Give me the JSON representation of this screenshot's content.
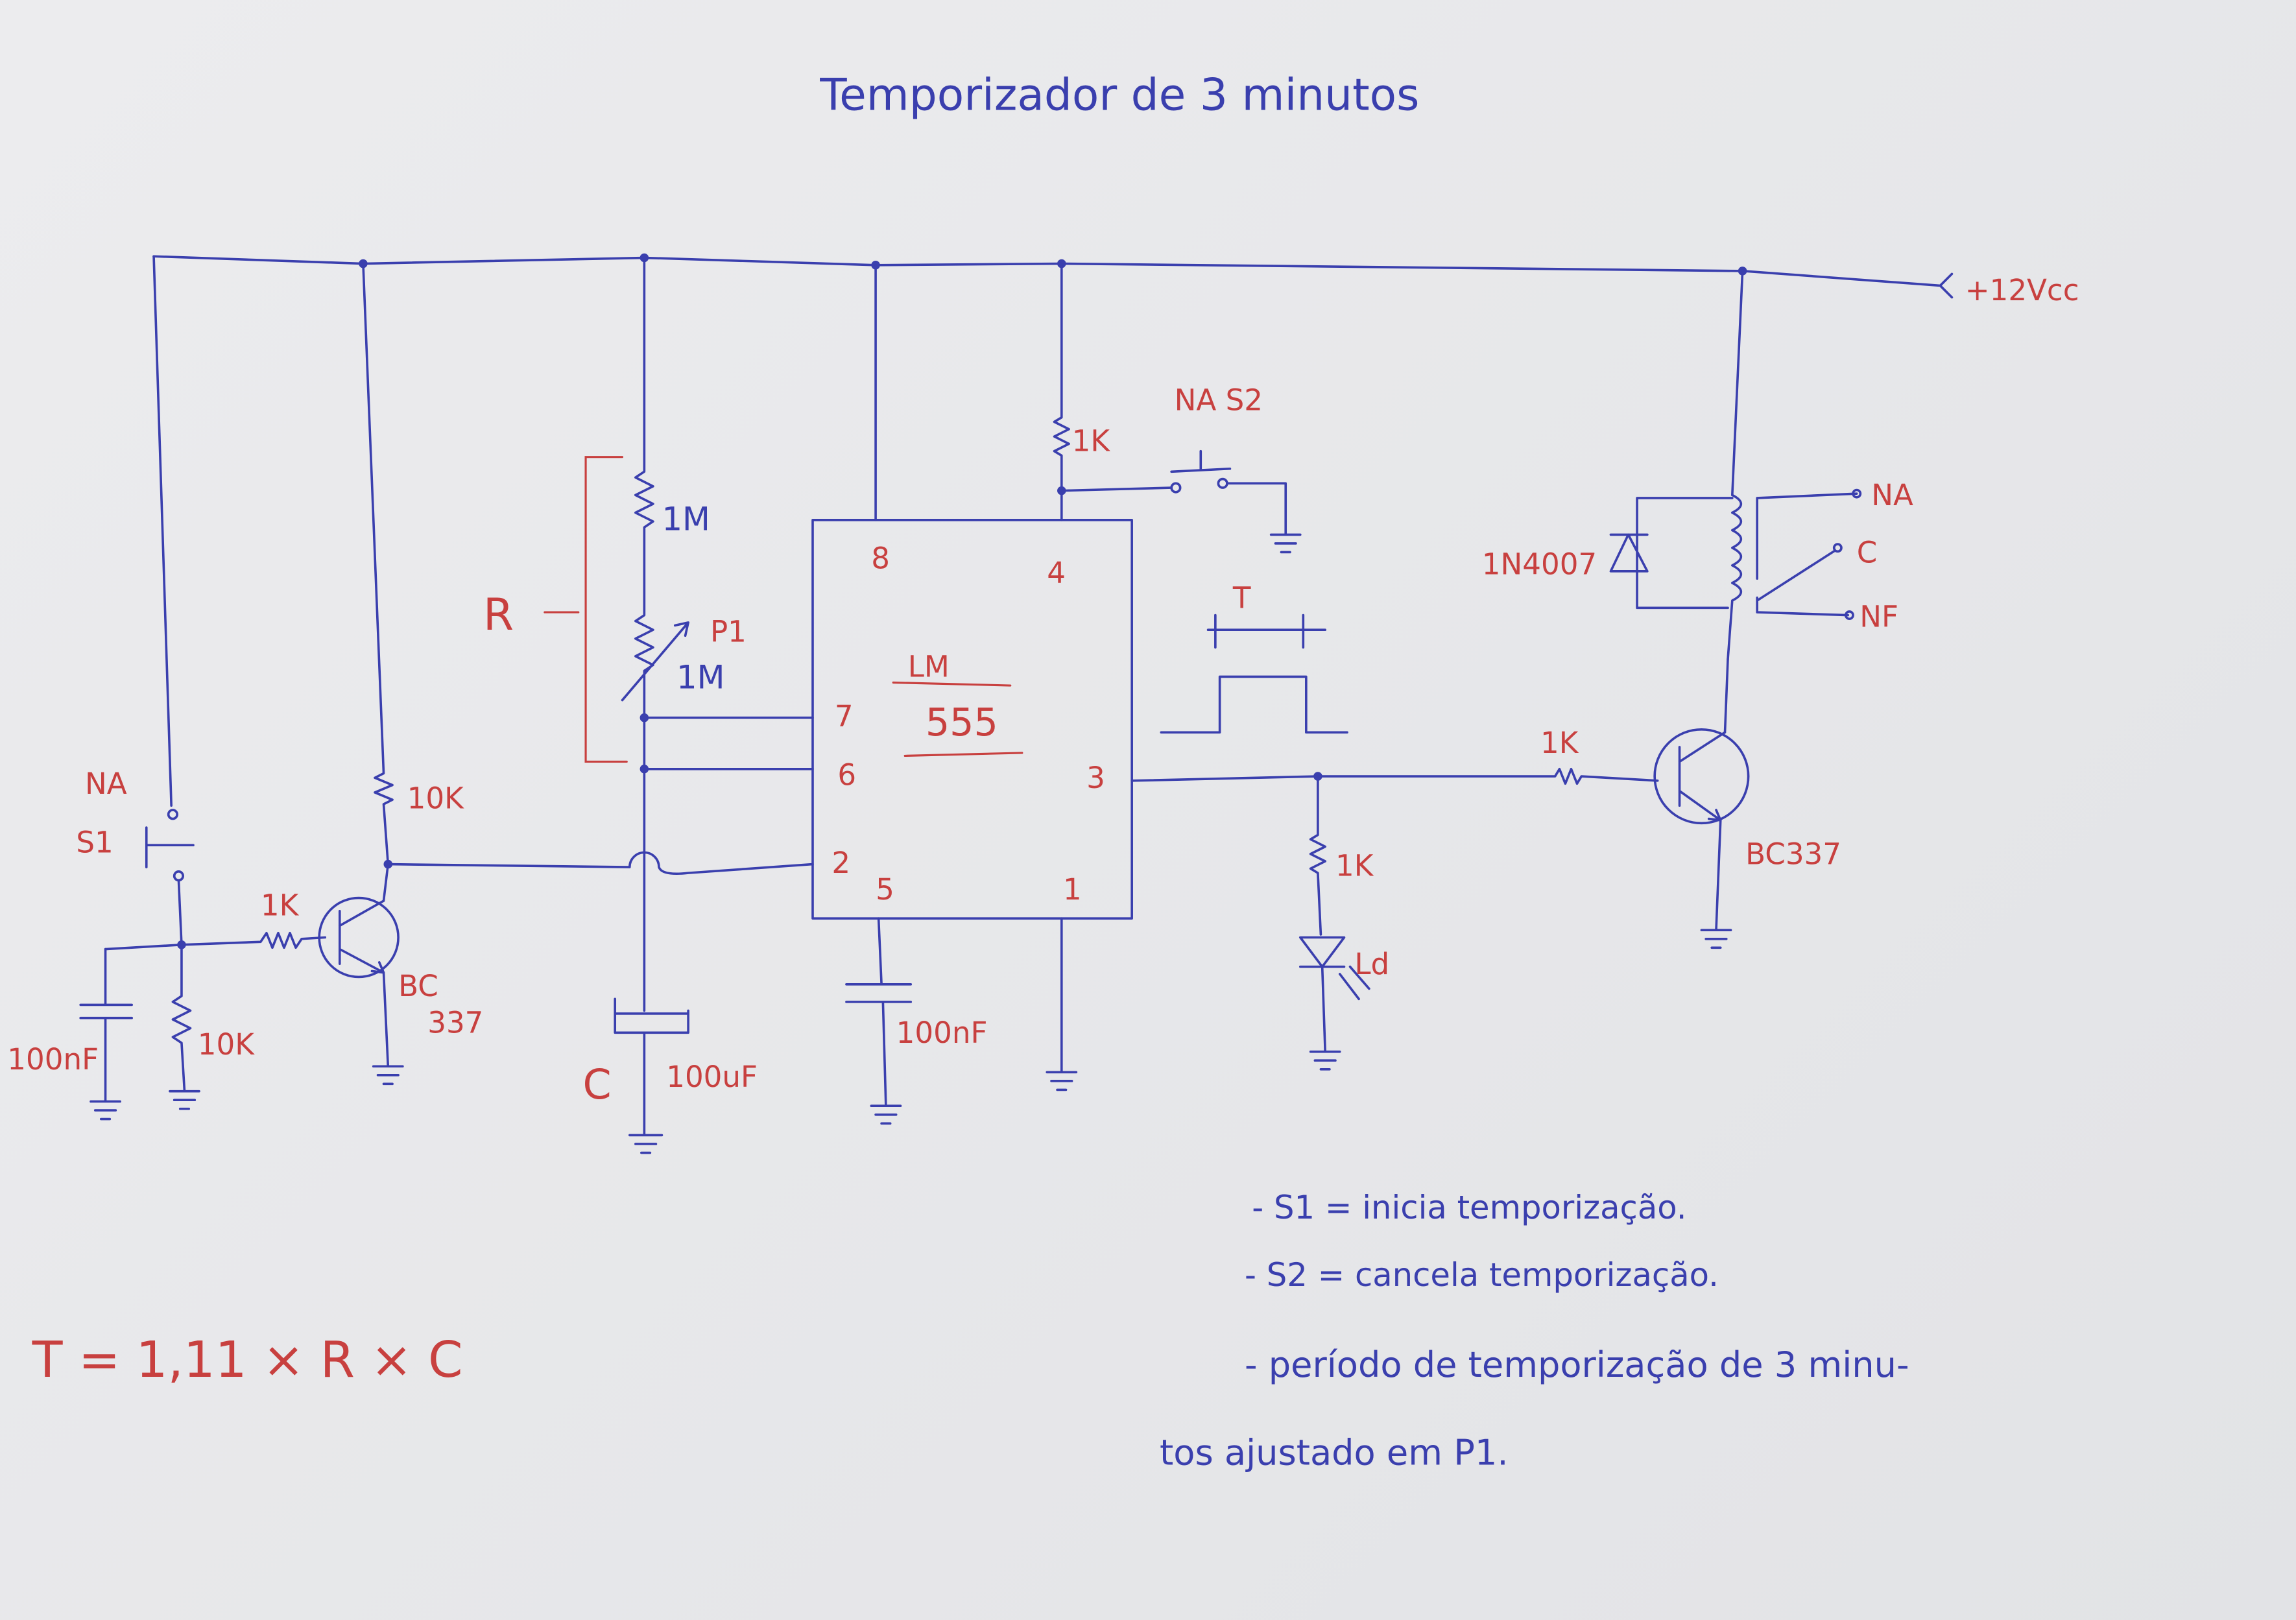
{
  "title": "Temporizador de 3 minutos",
  "supply": "+12Vcc",
  "ic": {
    "name_top": "LM",
    "name_bottom": "555",
    "pins": {
      "p8": "8",
      "p4": "4",
      "p7": "7",
      "p6": "6",
      "p2": "2",
      "p5": "5",
      "p1": "1",
      "p3": "3"
    }
  },
  "labels": {
    "r_top_left": "1M",
    "pot": "P1",
    "pot_value": "1M",
    "r_bracket": "R",
    "cap_c": "C",
    "cap_c_value": "100uF",
    "r_collector": "10K",
    "r_base_left": "1K",
    "r_pulldown": "10K",
    "cap_left": "100nF",
    "s1_na": "NA",
    "s1": "S1",
    "q1": "BC",
    "q1_num": "337",
    "r_pin4": "1K",
    "s2": "NA S2",
    "cap_pin5": "100nF",
    "pulse_t": "T",
    "r_base_right": "1K",
    "r_led": "1K",
    "led": "Ld",
    "q2": "BC337",
    "diode": "1N4007",
    "relay_na": "NA",
    "relay_c": "C",
    "relay_nf": "NF"
  },
  "formula": "T = 1,11 × R × C",
  "notes": [
    "- S1 = inicia temporização.",
    "- S2 = cancela temporização.",
    "- período de temporização de 3 minu-",
    "tos ajustado em P1."
  ]
}
